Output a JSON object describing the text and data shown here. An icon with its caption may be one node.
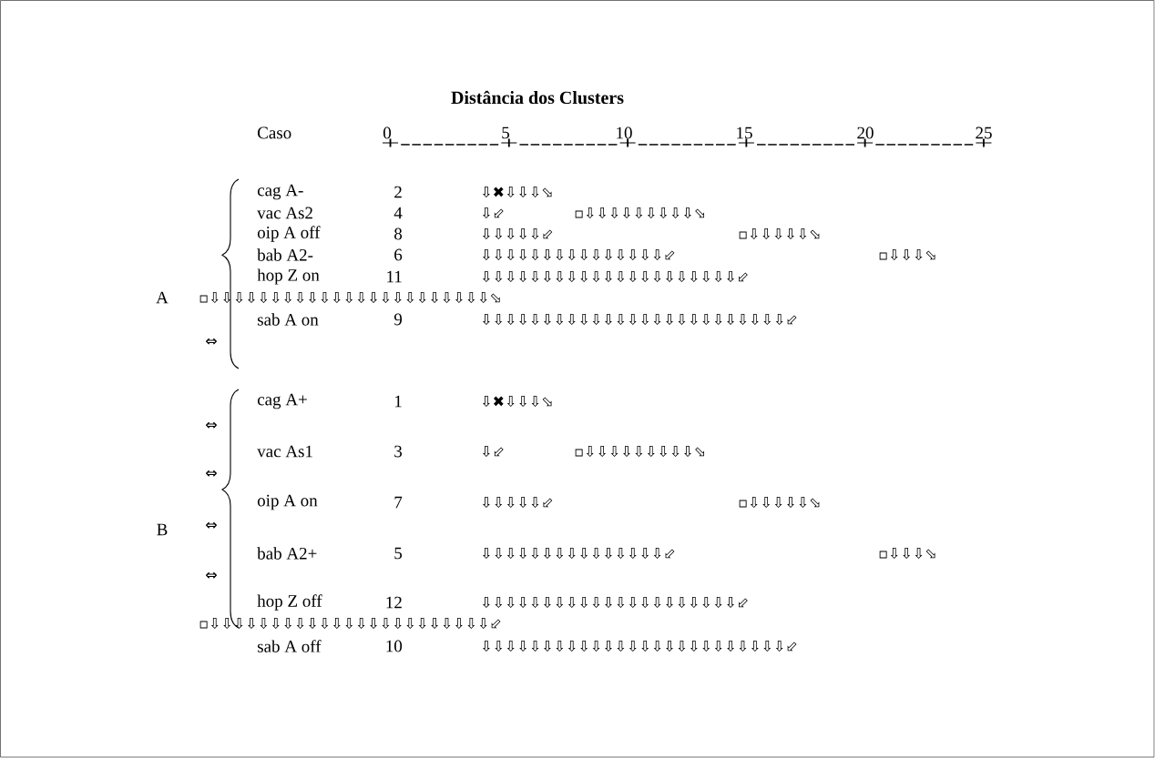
{
  "diagram": {
    "title": "Distância dos Clusters",
    "labels": [
      "Caso",
      "0",
      "5",
      "10",
      "15",
      "20",
      "25",
      "+---------+---------+---------+---------+---------+",
      "A",
      "cag A-",
      "2",
      "⇩✖⇩⇩⇩⬂",
      "vac As2",
      "4",
      "⇩⬃",
      "▫⇩⇩⇩⇩⇩⇩⇩⇩⇩⬂",
      "oip A off",
      "8",
      "⇩⇩⇩⇩⇩⬃",
      "▫⇩⇩⇩⇩⇩⬂",
      "bab A2-",
      "6",
      "⇩⇩⇩⇩⇩⇩⇩⇩⇩⇩⇩⇩⇩⇩⇩⬃",
      "▫⇩⇩⇩⬂",
      "hop Z on",
      "11",
      "⇩⇩⇩⇩⇩⇩⇩⇩⇩⇩⇩⇩⇩⇩⇩⇩⇩⇩⇩⇩⇩⬃",
      "▫⇩⇩⇩⇩⇩⇩⇩⇩⇩⇩⇩⇩⇩⇩⇩⇩⇩⇩⇩⇩⇩⇩⇩⬂",
      "sab A on",
      "9",
      "⇩⇩⇩⇩⇩⇩⇩⇩⇩⇩⇩⇩⇩⇩⇩⇩⇩⇩⇩⇩⇩⇩⇩⇩⇩⬃",
      "⇔",
      "B",
      "cag A+",
      "1",
      "⇩✖⇩⇩⇩⬂",
      "⇔",
      "vac As1",
      "3",
      "⇩⬃",
      "▫⇩⇩⇩⇩⇩⇩⇩⇩⇩⬂",
      "⇔",
      "oip A on",
      "7",
      "⇩⇩⇩⇩⇩⬃",
      "▫⇩⇩⇩⇩⇩⬂",
      "⇔",
      "bab A2+",
      "5",
      "⇩⇩⇩⇩⇩⇩⇩⇩⇩⇩⇩⇩⇩⇩⇩⬃",
      "▫⇩⇩⇩⬂",
      "⇔",
      "hop Z off",
      "12",
      "⇩⇩⇩⇩⇩⇩⇩⇩⇩⇩⇩⇩⇩⇩⇩⇩⇩⇩⇩⇩⇩⬃",
      "▫⇩⇩⇩⇩⇩⇩⇩⇩⇩⇩⇩⇩⇩⇩⇩⇩⇩⇩⇩⇩⇩⇩⇩⬃",
      "sab A off",
      "10",
      "⇩⇩⇩⇩⇩⇩⇩⇩⇩⇩⇩⇩⇩⇩⇩⇩⇩⇩⇩⇩⇩⇩⇩⇩⇩⬃"
    ]
  }
}
